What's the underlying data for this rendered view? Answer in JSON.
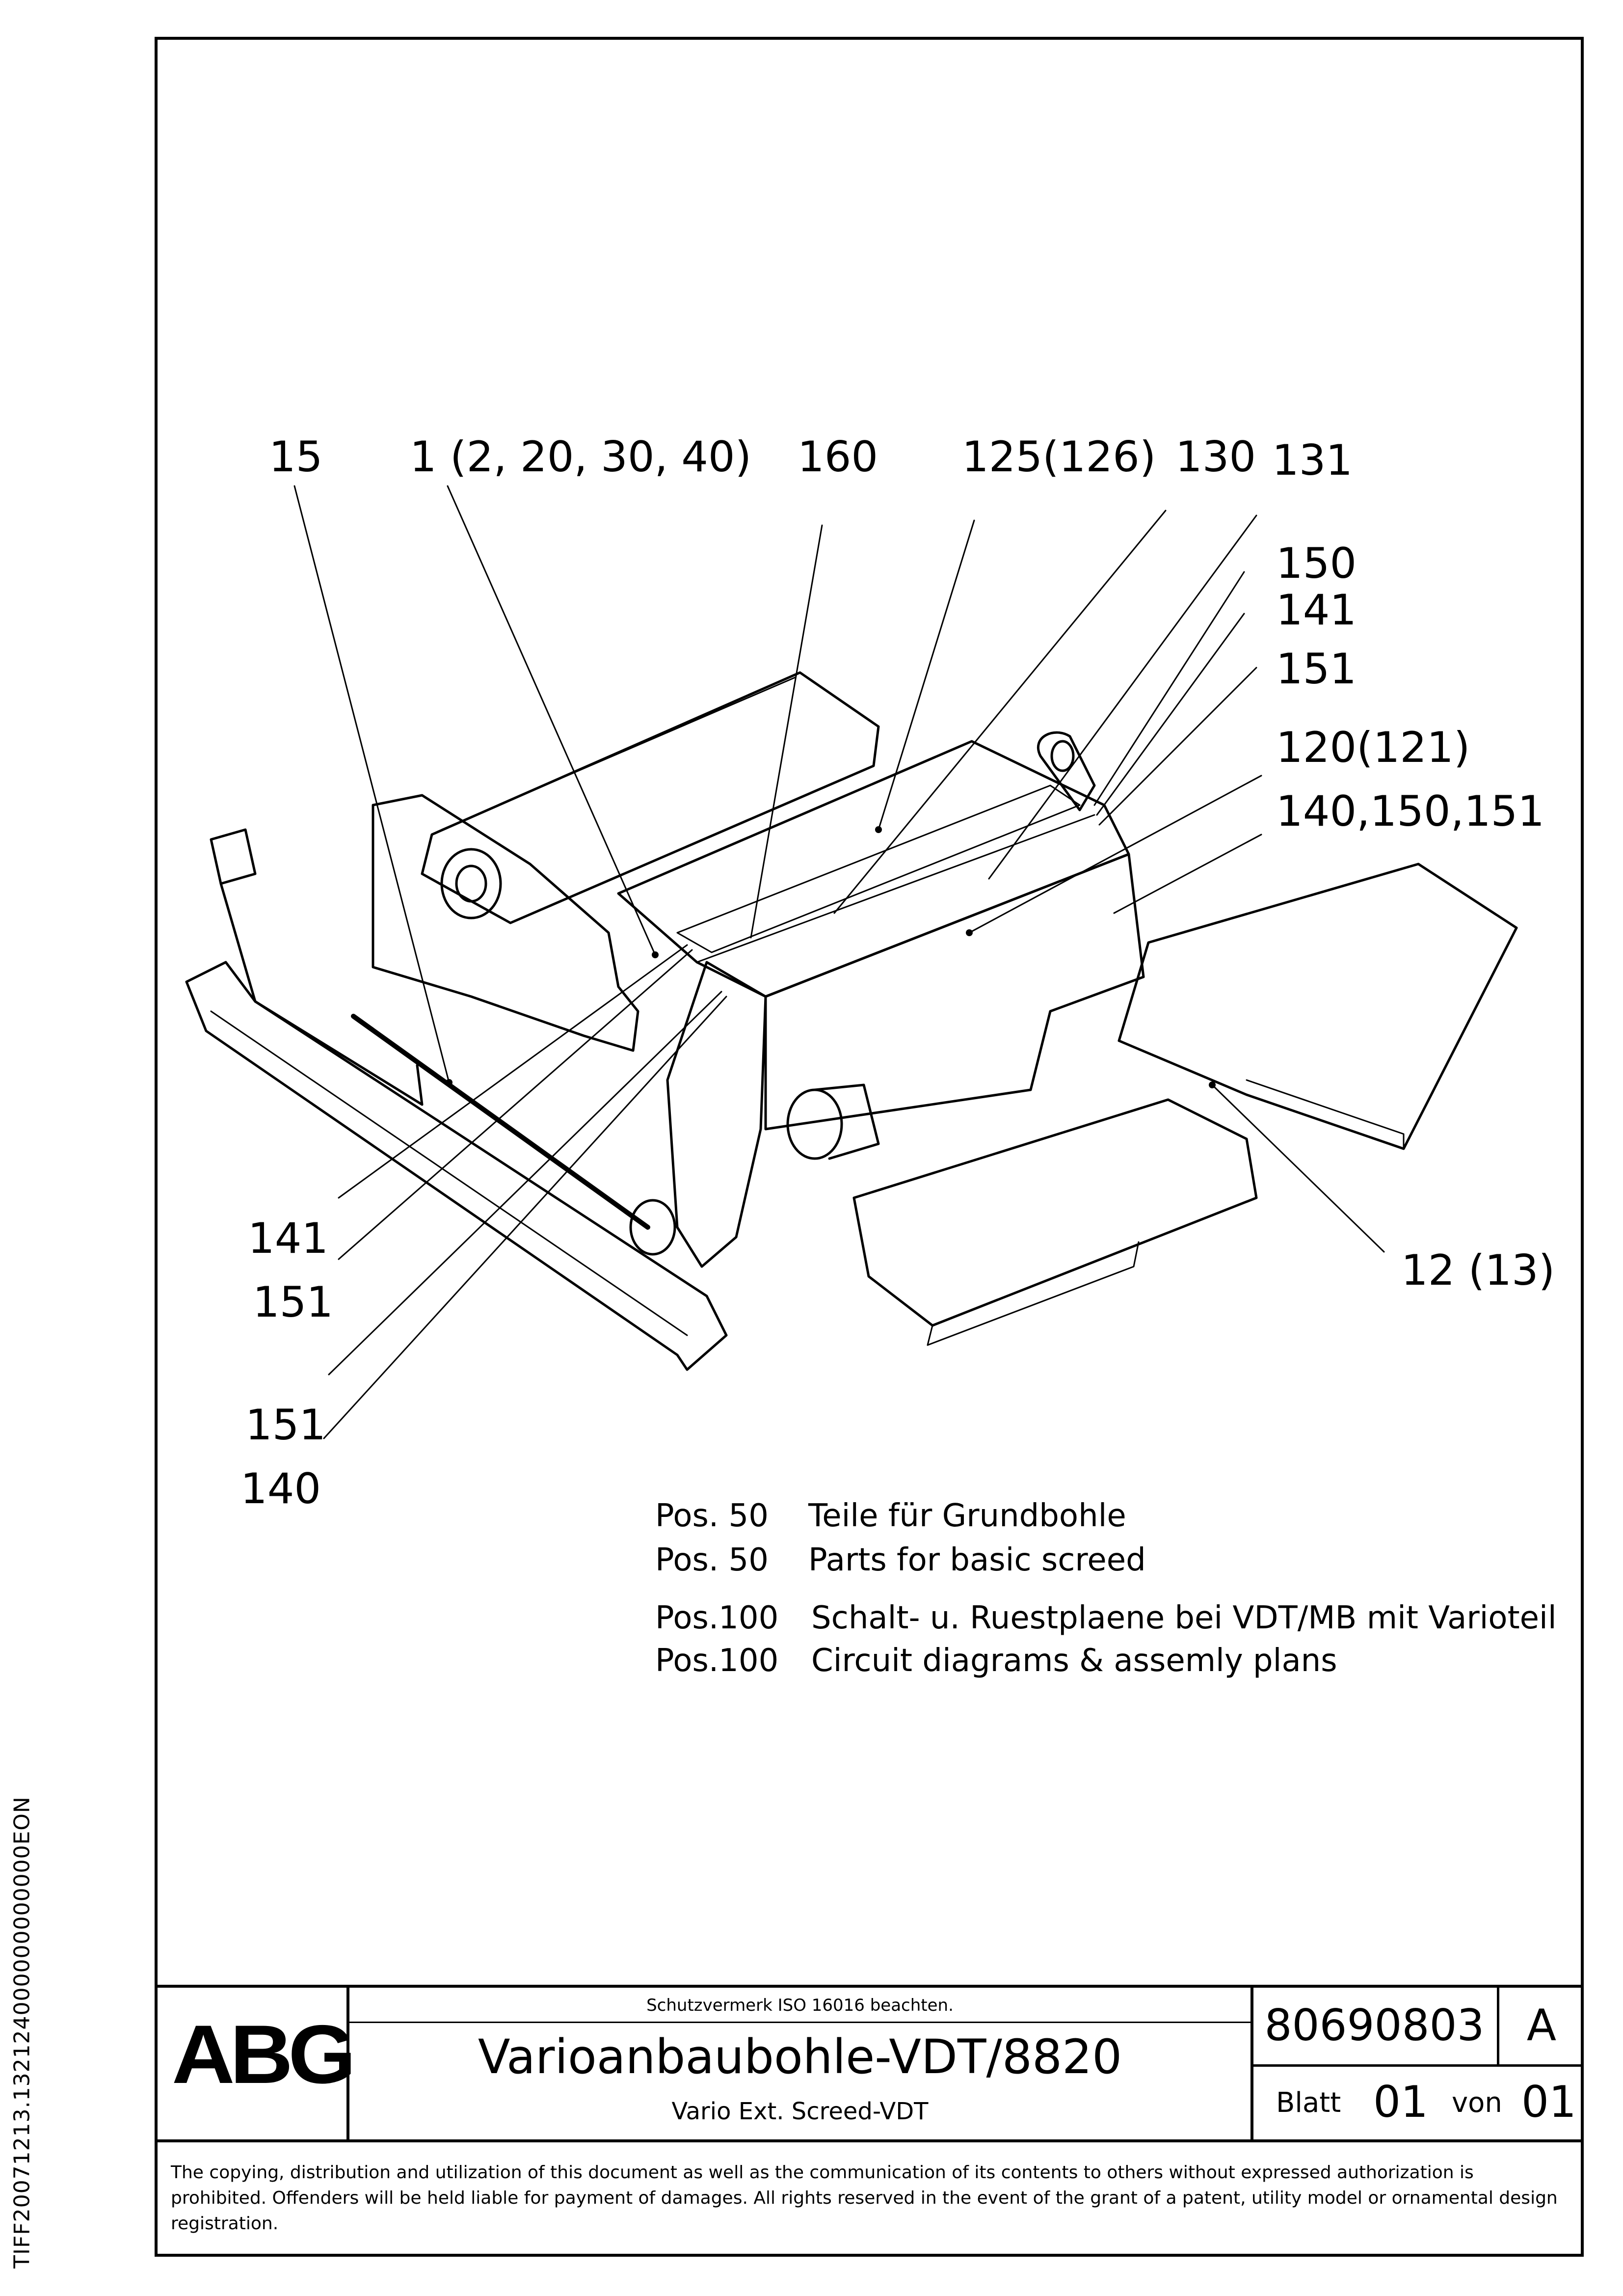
{
  "side_id": "TIFF20071213.132124000000000000EON",
  "callouts": {
    "c15": "15",
    "c1": "1 (2, 20, 30, 40)",
    "c160": "160",
    "c125": "125(126)",
    "c130": "130",
    "c131": "131",
    "c150": "150",
    "c141a": "141",
    "c151a": "151",
    "c120": "120(121)",
    "c140_150_151": "140,150,151",
    "c12": "12 (13)",
    "c141b": "141",
    "c151b": "151",
    "c151c": "151",
    "c140": "140"
  },
  "positions": [
    {
      "pos": "Pos. 50",
      "text": "Teile für Grundbohle"
    },
    {
      "pos": "Pos. 50",
      "text": "Parts for basic screed"
    },
    {
      "pos": "Pos.100",
      "text": "Schalt- u. Ruestplaene bei VDT/MB mit Varioteil"
    },
    {
      "pos": "Pos.100",
      "text": "Circuit diagrams & assemly plans"
    }
  ],
  "title_block": {
    "logo": "ABG",
    "protection_note": "Schutzvermerk ISO 16016 beachten.",
    "title_de": "Varioanbaubohle-VDT/8820",
    "title_en": "Vario Ext. Screed-VDT",
    "drawing_number": "80690803",
    "revision": "A",
    "sheet_label": "Blatt",
    "sheet_no": "01",
    "of_label": "von",
    "sheet_total": "01"
  },
  "copyright": "The copying, distribution and utilization of this document as well as the communication of its contents to others without expressed authorization is prohibited. Offenders will be held liable for payment of damages. All rights reserved in the event of the grant of a patent, utility model or ornamental design registration."
}
